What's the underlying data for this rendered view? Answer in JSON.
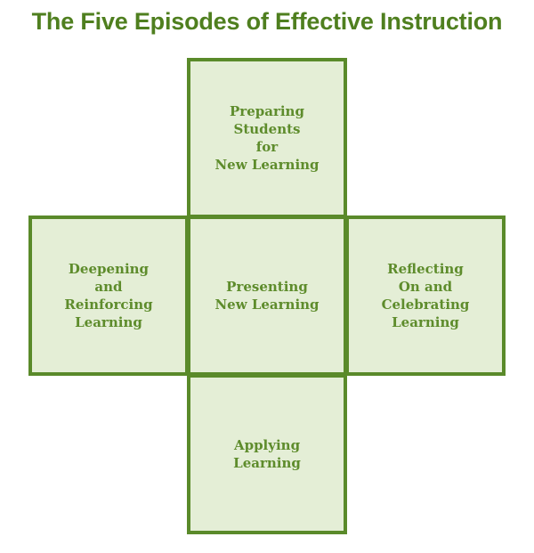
{
  "title": "The Five Episodes of Effective Instruction",
  "colors": {
    "title": "#4f7f1f",
    "border": "#5a8a2a",
    "fill": "#e4eed6",
    "text": "#5e8c2c"
  },
  "episodes": {
    "top": "Preparing\nStudents\nfor\nNew Learning",
    "left": "Deepening\nand\nReinforcing\nLearning",
    "center": "Presenting\nNew Learning",
    "right": "Reflecting\nOn and\nCelebrating\nLearning",
    "bottom": "Applying\nLearning"
  }
}
